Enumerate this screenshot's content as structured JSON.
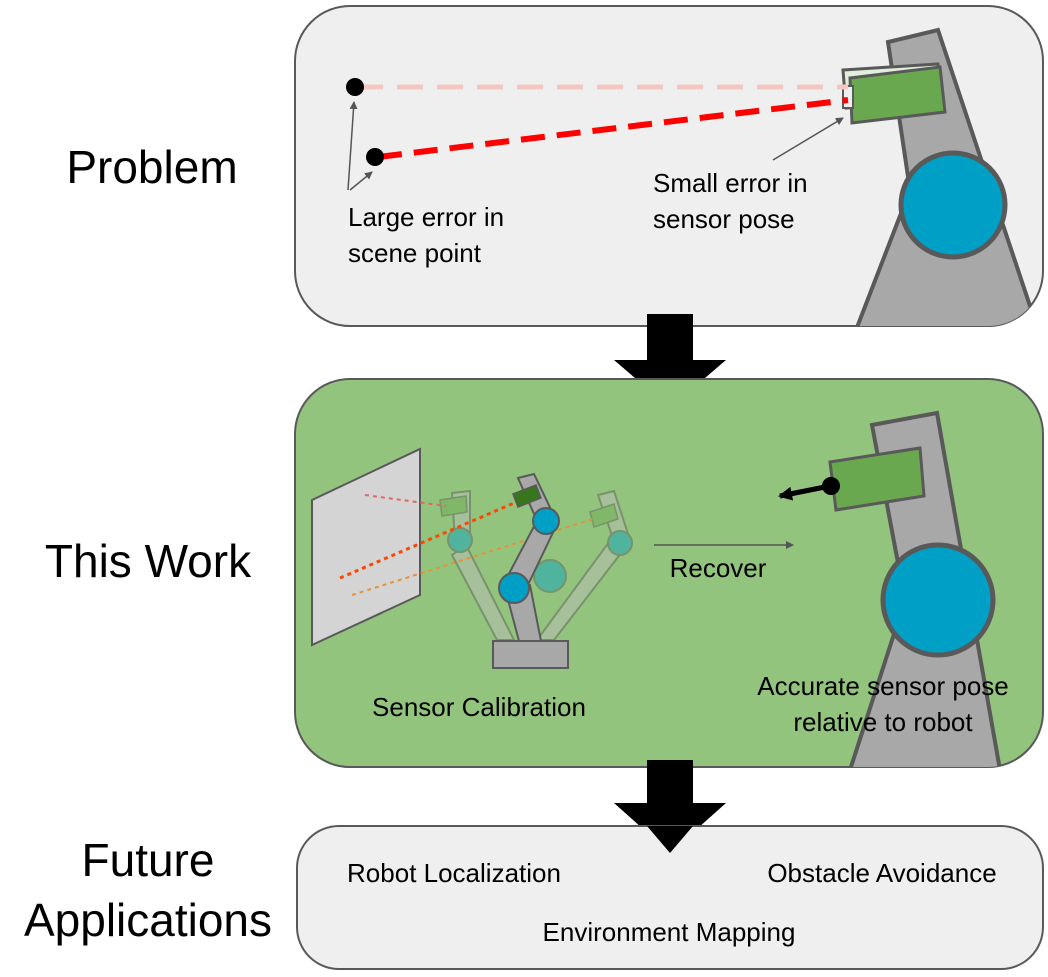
{
  "rows": {
    "problem": "Problem",
    "this_work": "This Work",
    "future_line1": "Future",
    "future_line2": "Applications"
  },
  "problem_panel": {
    "scene_label_line1": "Large error in",
    "scene_label_line2": "scene point",
    "sensor_label_line1": "Small error in",
    "sensor_label_line2": "sensor pose",
    "colors": {
      "ray_error": "#ff0000",
      "ray_faded": "#f4c7c3",
      "panel": "#efefef"
    }
  },
  "work_panel": {
    "calibration_label": "Sensor Calibration",
    "recover_label": "Recover",
    "result_label_line1": "Accurate sensor pose",
    "result_label_line2": "relative to robot",
    "colors": {
      "panel": "#93c47d",
      "joint": "#00a0c6",
      "sensor": "#6aa84f",
      "arm": "#a8a8a8"
    }
  },
  "future_panel": {
    "item_localization": "Robot Localization",
    "item_obstacle": "Obstacle Avoidance",
    "item_mapping": "Environment Mapping",
    "colors": {
      "panel": "#efefef"
    }
  }
}
